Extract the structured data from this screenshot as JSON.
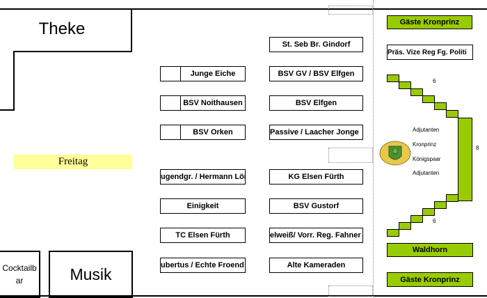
{
  "areas": {
    "theke": "Theke",
    "musik": "Musik",
    "cocktailbar": "Cocktailb\nar",
    "freitag": "Freitag"
  },
  "left_tables": [
    "Junge Eiche",
    "BSV Noithausen",
    "BSV Orken",
    "ugendgr. / Hermann Lön",
    "Einigkeit",
    "TC Elsen Fürth",
    "ubertus / Echte Froend"
  ],
  "right_tables": [
    "St. Seb Br. Gindorf",
    "BSV GV / BSV Elfgen",
    "BSV Elfgen",
    "Passive / Laacher Jonge",
    "KG Elsen Fürth",
    "BSV Gustorf",
    "elweiß/ Vorr. Reg. Fahner",
    "Alte Kameraden"
  ],
  "stage": {
    "gaeste_top": "Gäste Kronprinz",
    "praes": "Präs. Vize Reg Fg. Politi",
    "count_top": "6",
    "count_side": "8",
    "count_bottom": "6",
    "adjutanten_1": "Adjutanten",
    "kronprinz": "Kronprinz",
    "koenigspaar": "Königspaar",
    "adjutanten_2": "Adjutanten",
    "waldhorn": "Waldhorn",
    "gaeste_bottom": "Gäste Kronprinz"
  },
  "colors": {
    "green": "#99cc00",
    "freitag_bg": "#ffff99"
  },
  "icons": {
    "crest": "coat-of-arms-icon"
  }
}
